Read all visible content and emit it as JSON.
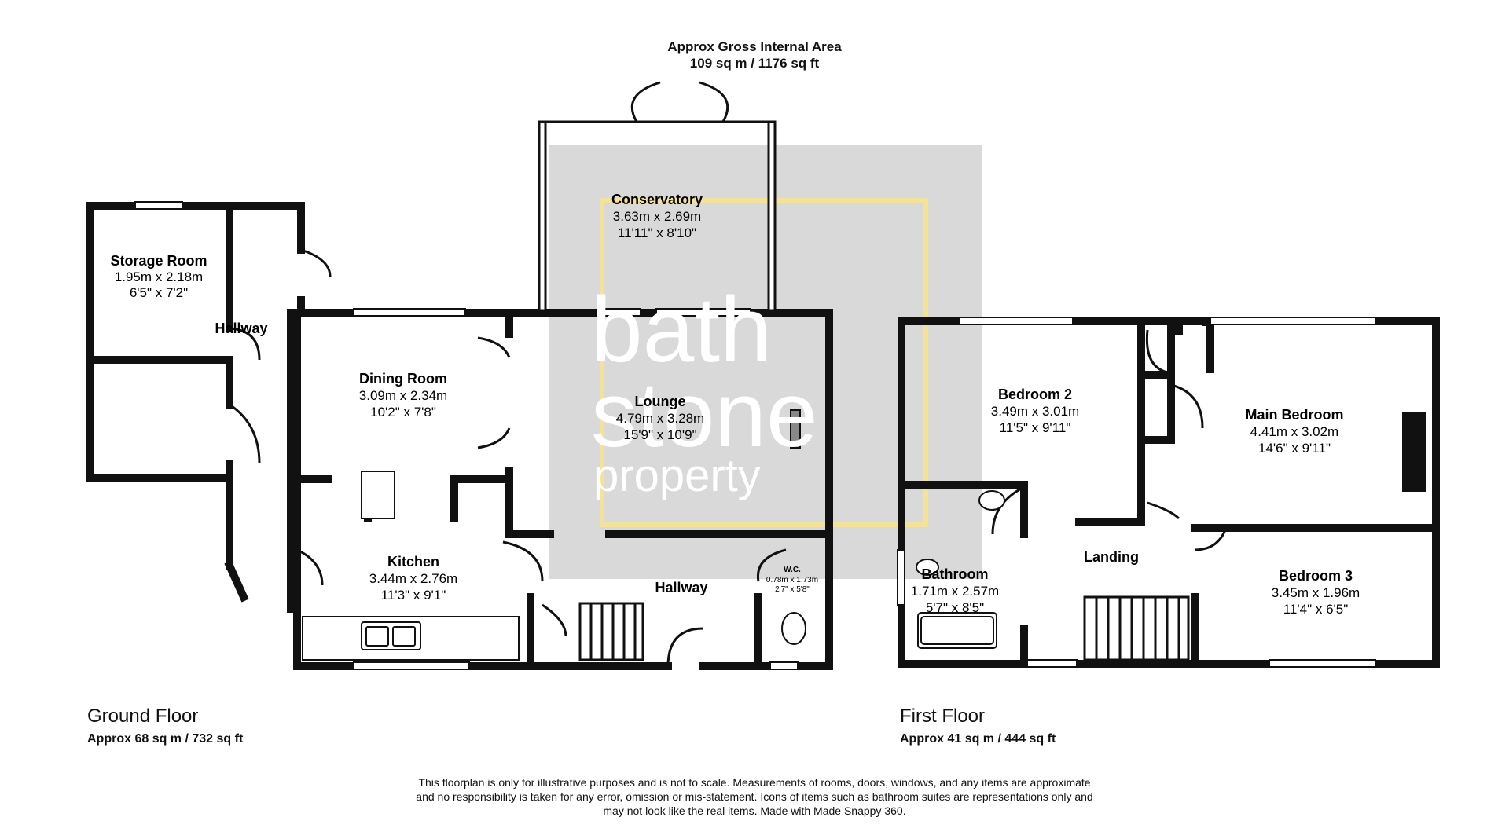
{
  "header": {
    "title": "Approx Gross Internal Area",
    "area": "109 sq m / 1176 sq ft"
  },
  "watermark": {
    "line1": "bath",
    "line2": "stone",
    "line3": "property",
    "bg_color": "#d9d9d9",
    "frame_color": "#f3e39a"
  },
  "ground_floor": {
    "title": "Ground Floor",
    "area": "Approx 68 sq m / 732 sq ft",
    "rooms": {
      "storage": {
        "name": "Storage Room",
        "metric": "1.95m x 2.18m",
        "imperial": "6'5\" x 7'2\""
      },
      "hallway_side": {
        "name": "Hallway"
      },
      "conservatory": {
        "name": "Conservatory",
        "metric": "3.63m x 2.69m",
        "imperial": "11'11\" x 8'10\""
      },
      "dining": {
        "name": "Dining Room",
        "metric": "3.09m x 2.34m",
        "imperial": "10'2\" x 7'8\""
      },
      "lounge": {
        "name": "Lounge",
        "metric": "4.79m x 3.28m",
        "imperial": "15'9\" x 10'9\""
      },
      "kitchen": {
        "name": "Kitchen",
        "metric": "3.44m x 2.76m",
        "imperial": "11'3\" x 9'1\""
      },
      "hallway_main": {
        "name": "Hallway"
      },
      "wc": {
        "name": "W.C.",
        "metric": "0.78m x 1.73m",
        "imperial": "2'7\" x 5'8\""
      }
    }
  },
  "first_floor": {
    "title": "First Floor",
    "area": "Approx 41 sq m / 444 sq ft",
    "rooms": {
      "bedroom2": {
        "name": "Bedroom 2",
        "metric": "3.49m x 3.01m",
        "imperial": "11'5\" x 9'11\""
      },
      "main_bedroom": {
        "name": "Main Bedroom",
        "metric": "4.41m x 3.02m",
        "imperial": "14'6\" x 9'11\""
      },
      "bathroom": {
        "name": "Bathroom",
        "metric": "1.71m x 2.57m",
        "imperial": "5'7\" x 8'5\""
      },
      "landing": {
        "name": "Landing"
      },
      "bedroom3": {
        "name": "Bedroom 3",
        "metric": "3.45m x 1.96m",
        "imperial": "11'4\" x 6'5\""
      }
    }
  },
  "disclaimer": {
    "line1": "This floorplan is only for illustrative purposes and is not to scale. Measurements of rooms, doors, windows, and any items are approximate",
    "line2": "and no responsibility is taken for any error, omission or mis-statement. Icons of items such as bathroom suites are representations only and",
    "line3": "may not look like the real items. Made with Made Snappy 360."
  }
}
